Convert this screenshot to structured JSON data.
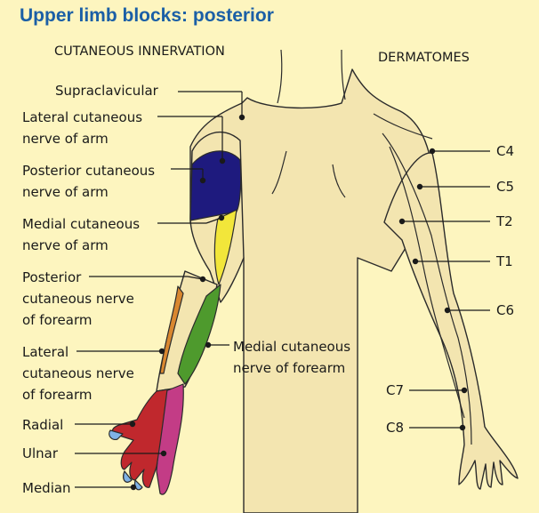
{
  "title": "Upper limb blocks: posterior",
  "headings": {
    "left": "CUTANEOUS INNERVATION",
    "right": "DERMATOMES"
  },
  "nerves": [
    {
      "name": "Supraclavicular",
      "color": "#f3e5b0"
    },
    {
      "name": "Lateral cutaneous\nnerve of arm",
      "color": "#f3e5b0"
    },
    {
      "name": "Posterior cutaneous\nnerve of arm",
      "color": "#1e1a7e"
    },
    {
      "name": "Medial cutaneous\nnerve of arm",
      "color": "#f2e63a"
    },
    {
      "name": "Posterior\ncutaneous nerve\nof forearm",
      "color": "#f3e5b0"
    },
    {
      "name": "Lateral\ncutaneous nerve\nof forearm",
      "color": "#d9872f"
    },
    {
      "name": "Medial cutaneous\nnerve of forearm",
      "color": "#4e9a2d"
    },
    {
      "name": "Radial",
      "color": "#c0282d"
    },
    {
      "name": "Ulnar",
      "color": "#c33c86"
    },
    {
      "name": "Median",
      "color": "#7fb2e6"
    }
  ],
  "dermatomes": [
    "C4",
    "C5",
    "T2",
    "T1",
    "C6",
    "C7",
    "C8"
  ],
  "colors": {
    "skin": "#f3e5b0",
    "outline": "#2b2b2b",
    "background": "#fdf5bf",
    "title": "#1b5fa6"
  }
}
